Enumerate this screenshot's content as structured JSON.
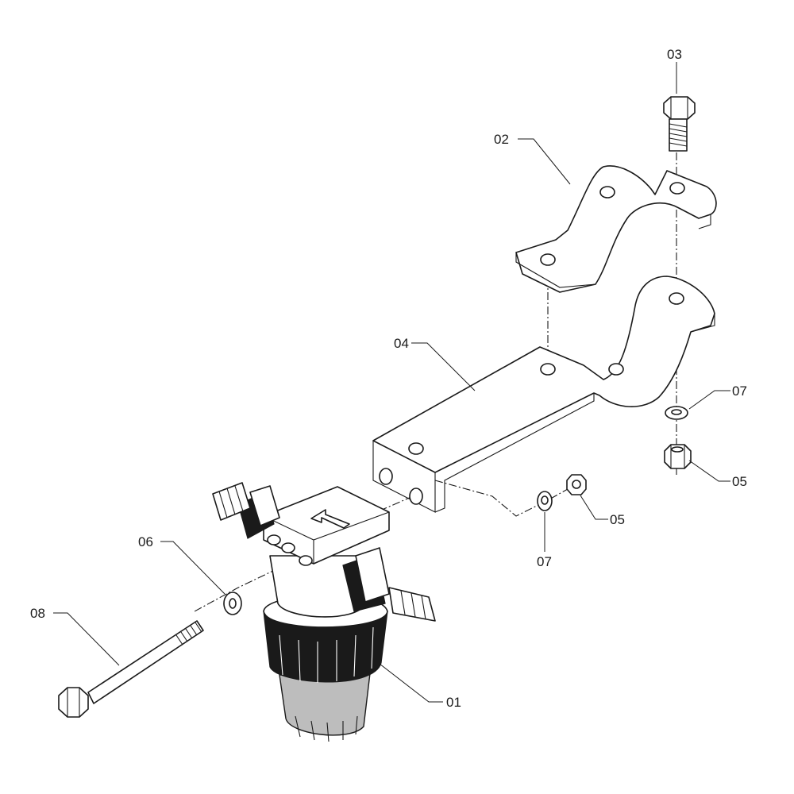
{
  "callouts": {
    "c01": "01",
    "c02": "02",
    "c03": "03",
    "c04": "04",
    "c05a": "05",
    "c05b": "05",
    "c06": "06",
    "c07a": "07",
    "c07b": "07",
    "c08": "08"
  }
}
